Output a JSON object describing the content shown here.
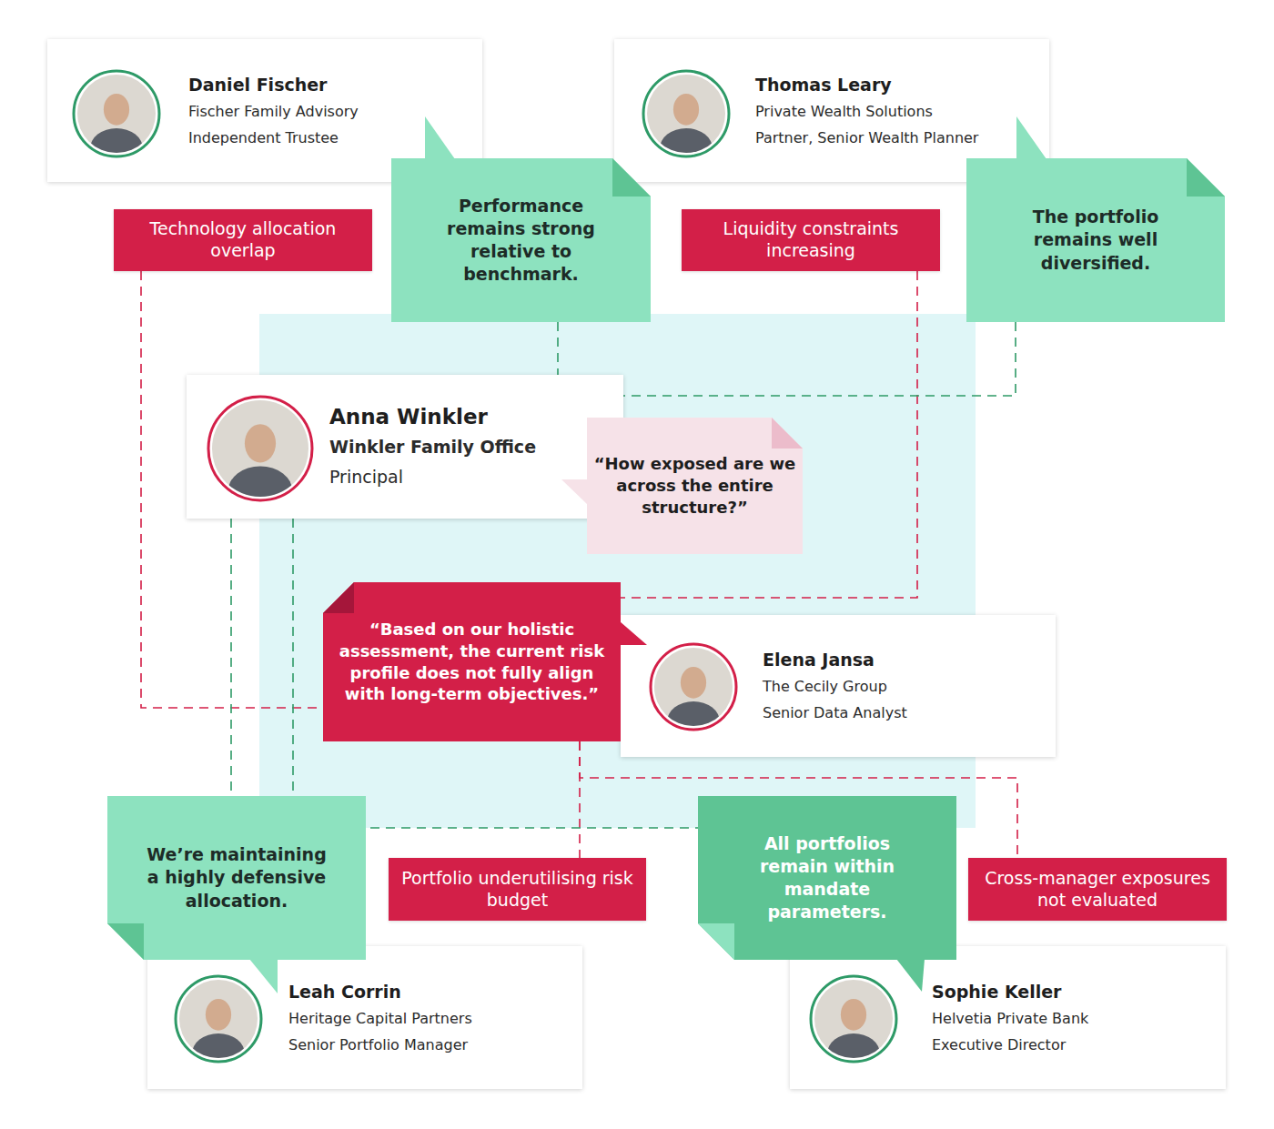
{
  "diagram": {
    "nodes": [
      {
        "text": [
          "Daniel Fischer",
          "Fischer Family Advisory",
          "Independent Trustee"
        ]
      },
      {
        "text": [
          "Thomas Leary",
          "Private Wealth Solutions",
          "Partner, Senior Wealth Planner"
        ]
      },
      {
        "text": [
          "Technology allocation overlap"
        ]
      },
      {
        "text": [
          "Performance remains strong relative to benchmark."
        ]
      },
      {
        "text": [
          "Liquidity constraints increasing"
        ]
      },
      {
        "text": [
          "The portfolio remains well diversified."
        ]
      },
      {
        "text": [
          "Anna Winkler",
          "Winkler Family Office",
          "Principal"
        ]
      },
      {
        "text": [
          "“How exposed are we across the entire structure?”"
        ]
      },
      {
        "text": [
          "“Based on our holistic assessment, the current risk profile does not fully align with long-term objectives.”"
        ]
      },
      {
        "text": [
          "Elena Jansa",
          "The Cecily Group",
          "Senior Data Analyst"
        ]
      },
      {
        "text": [
          "We’re maintaining a highly defensive allocation."
        ]
      },
      {
        "text": [
          "Portfolio underutilising risk budget"
        ]
      },
      {
        "text": [
          "All portfolios remain within mandate parameters."
        ]
      },
      {
        "text": [
          "Cross-manager exposures not evaluated"
        ]
      },
      {
        "text": [
          "Leah Corrin",
          "Heritage Capital Partners",
          "Senior Portfolio Manager"
        ]
      },
      {
        "text": [
          "Sophie Keller",
          "Helvetia Private Bank",
          "Executive Director"
        ]
      }
    ],
    "edges": [
      {
        "from": 2,
        "to": 8,
        "arrow": "none"
      },
      {
        "from": 4,
        "to": 8,
        "arrow": "none"
      },
      {
        "from": 8,
        "to": 11,
        "arrow": "none"
      },
      {
        "from": 8,
        "to": 13,
        "arrow": "none"
      },
      {
        "from": 3,
        "to": 6,
        "arrow": "none"
      },
      {
        "from": 5,
        "to": 6,
        "arrow": "none"
      },
      {
        "from": 6,
        "to": 10,
        "arrow": "none"
      },
      {
        "from": 6,
        "to": 12,
        "arrow": "none"
      }
    ]
  }
}
